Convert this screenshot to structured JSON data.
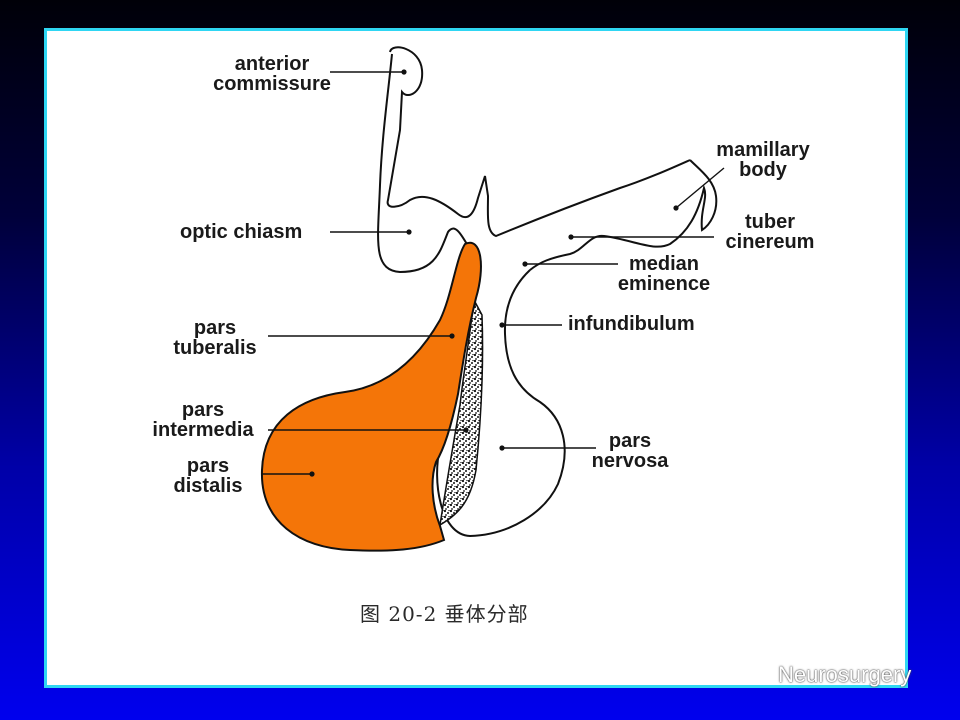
{
  "labels": {
    "anterior_commissure": [
      "anterior",
      "commissure"
    ],
    "mamillary_body": [
      "mamillary",
      "body"
    ],
    "optic_chiasm": "optic chiasm",
    "tuber_cinereum": [
      "tuber",
      "cinereum"
    ],
    "median_eminence": [
      "median",
      "eminence"
    ],
    "pars_tuberalis": [
      "pars",
      "tuberalis"
    ],
    "infundibulum": "infundibulum",
    "pars_intermedia": [
      "pars",
      "intermedia"
    ],
    "pars_nervosa": [
      "pars",
      "nervosa"
    ],
    "pars_distalis": [
      "pars",
      "distalis"
    ]
  },
  "caption": "图 20-2 垂体分部",
  "watermark": {
    "text": "Neurosurgery",
    "icon": "wechat-icon"
  },
  "colors": {
    "adenohypophysis": "#f47508",
    "frame": "#2fd6f3",
    "background_top": "#000008",
    "background_bottom": "#0000ee",
    "line": "#111111"
  }
}
